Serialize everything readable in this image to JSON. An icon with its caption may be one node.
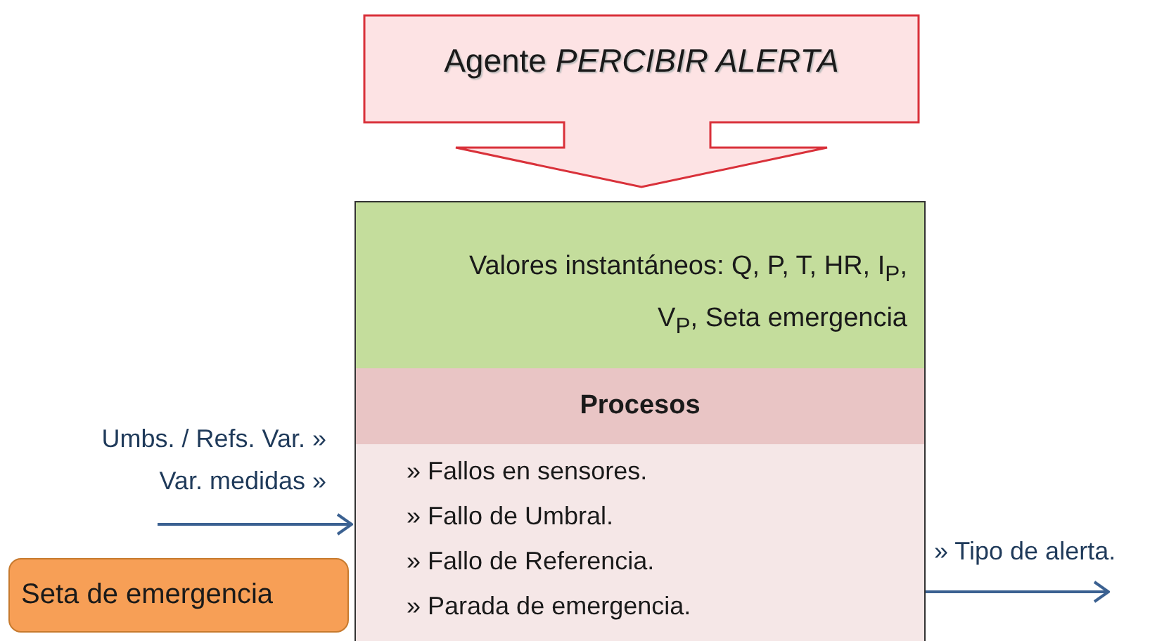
{
  "diagram": {
    "nodes": [
      {
        "text": [
          "Agente *PERCIBIR ALERTA*"
        ]
      },
      {
        "text": [
          "Valores instantáneos: Q, P, T, HR, I$_{P}$, V$_{P}$, Seta emergencia"
        ]
      },
      {
        "text": [
          "Procesos",
          "» Fallos en sensores.",
          "» Fallo de Umbral.",
          "» Fallo de Referencia.",
          "» Parada de emergencia."
        ]
      },
      {
        "text": [
          "Seta de emergencia"
        ]
      }
    ],
    "edges": [
      {
        "from": null,
        "to": 2,
        "arrow": "to",
        "label": "Umbs. / Refs. Var. » Var. medidas »"
      },
      {
        "from": 2,
        "to": null,
        "arrow": "to",
        "label": "» Tipo de alerta."
      }
    ]
  }
}
